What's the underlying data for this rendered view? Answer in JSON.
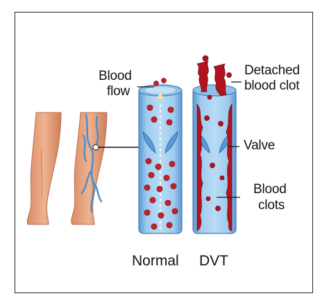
{
  "labels": {
    "blood_flow_line1": "Blood",
    "blood_flow_line2": "flow",
    "detached_line1": "Detached",
    "detached_line2": "blood clot",
    "valve": "Valve",
    "clots_line1": "Blood",
    "clots_line2": "clots"
  },
  "captions": {
    "normal": "Normal",
    "dvt": "DVT"
  },
  "colors": {
    "skin": "#e7a07c",
    "skin_shadow": "#c97a58",
    "vein": "#6ea8d8",
    "vessel_wall": "#7fb6e0",
    "vessel_lumen": "#a9cfee",
    "red_cell": "#c8202a",
    "clot": "#b3121f"
  }
}
